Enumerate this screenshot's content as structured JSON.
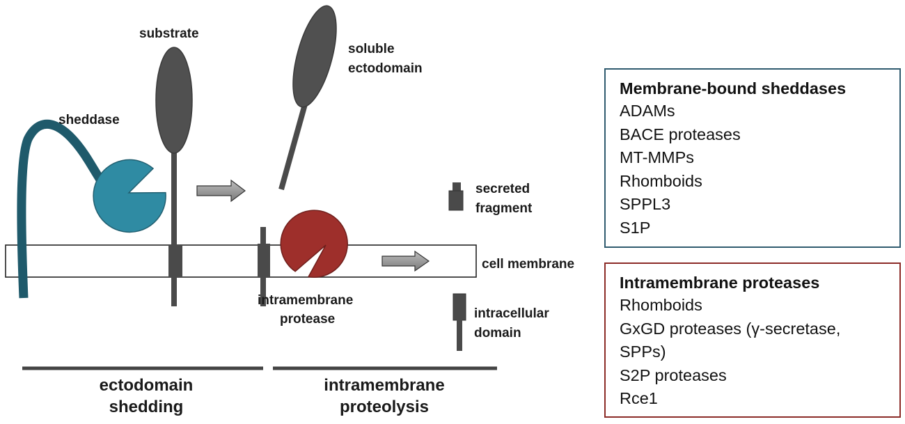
{
  "diagram": {
    "labels": {
      "substrate": "substrate",
      "sheddase": "sheddase",
      "soluble_ectodomain_line1": "soluble",
      "soluble_ectodomain_line2": "ectodomain",
      "secreted_fragment_line1": "secreted",
      "secreted_fragment_line2": "fragment",
      "cell_membrane": "cell membrane",
      "intramembrane_protease_line1": "intramembrane",
      "intramembrane_protease_line2": "protease",
      "intracellular_domain_line1": "intracellular",
      "intracellular_domain_line2": "domain"
    },
    "sections": {
      "ectodomain_shedding_line1": "ectodomain",
      "ectodomain_shedding_line2": "shedding",
      "intramembrane_proteolysis_line1": "intramembrane",
      "intramembrane_proteolysis_line2": "proteolysis"
    },
    "colors": {
      "sheddase": "#2f8ba3",
      "sheddase_tether": "#1f5a6b",
      "protease": "#9e2f2b",
      "substrate": "#4f4f4f",
      "arrow": "#8a8a8a"
    }
  },
  "panels": {
    "sheddases": {
      "title": "Membrane-bound sheddases",
      "items": [
        "ADAMs",
        "BACE proteases",
        "MT-MMPs",
        "Rhomboids",
        "SPPL3",
        "S1P"
      ]
    },
    "intramembrane": {
      "title": "Intramembrane proteases",
      "items": [
        "Rhomboids",
        "GxGD proteases (γ-secretase,",
        "SPPs)",
        "S2P proteases",
        "Rce1"
      ]
    }
  }
}
